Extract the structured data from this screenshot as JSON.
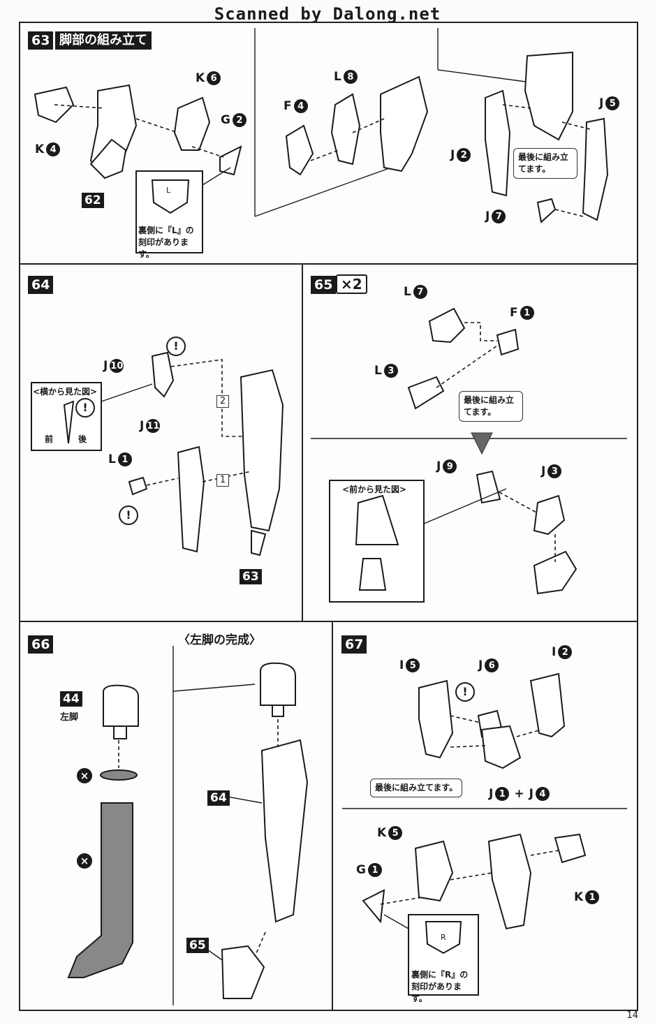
{
  "watermark": "Scanned by Dalong.net",
  "page_number": "14",
  "steps": {
    "s63": {
      "number": "63",
      "title": "脚部の組み立て",
      "labels": {
        "k6": "K",
        "k6n": "6",
        "g2": "G",
        "g2n": "2",
        "k4": "K",
        "k4n": "4",
        "f4": "F",
        "f4n": "4",
        "l8": "L",
        "l8n": "8",
        "j2": "J",
        "j2n": "2",
        "j5": "J",
        "j5n": "5",
        "j7": "J",
        "j7n": "7"
      },
      "tag": "62",
      "engrave_mark": "L",
      "note_engrave": "裏側に『L』の刻印があります。",
      "note_last": "最後に組み立てます。"
    },
    "s64": {
      "number": "64",
      "labels": {
        "j10": "J",
        "j10n": "10",
        "j11": "J",
        "j11n": "11",
        "l1": "L",
        "l1n": "1"
      },
      "side_view": "<横から見た図>",
      "front": "前",
      "back": "後",
      "order1": "1",
      "order2": "2",
      "tag": "63"
    },
    "s65": {
      "number": "65",
      "times": "×2",
      "labels": {
        "l7": "L",
        "l7n": "7",
        "f1": "F",
        "f1n": "1",
        "l3": "L",
        "l3n": "3",
        "j9": "J",
        "j9n": "9",
        "j3": "J",
        "j3n": "3"
      },
      "note_last": "最後に組み立てます。",
      "front_view": "<前から見た図>"
    },
    "s66": {
      "number": "66",
      "subtitle": "〈左脚の完成〉",
      "tag44": "44",
      "label_left_leg": "左脚",
      "tag64": "64",
      "tag65": "65"
    },
    "s67": {
      "number": "67",
      "labels": {
        "i5": "I",
        "i5n": "5",
        "j6": "J",
        "j6n": "6",
        "i2": "I",
        "i2n": "2",
        "j1": "J",
        "j1n": "1",
        "plus": "+",
        "j4": "J",
        "j4n": "4",
        "k5": "K",
        "k5n": "5",
        "g1": "G",
        "g1n": "1",
        "k1": "K",
        "k1n": "1"
      },
      "note_last": "最後に組み立てます。",
      "engrave_mark": "R",
      "note_engrave": "裏側に『R』の刻印があります。"
    }
  }
}
